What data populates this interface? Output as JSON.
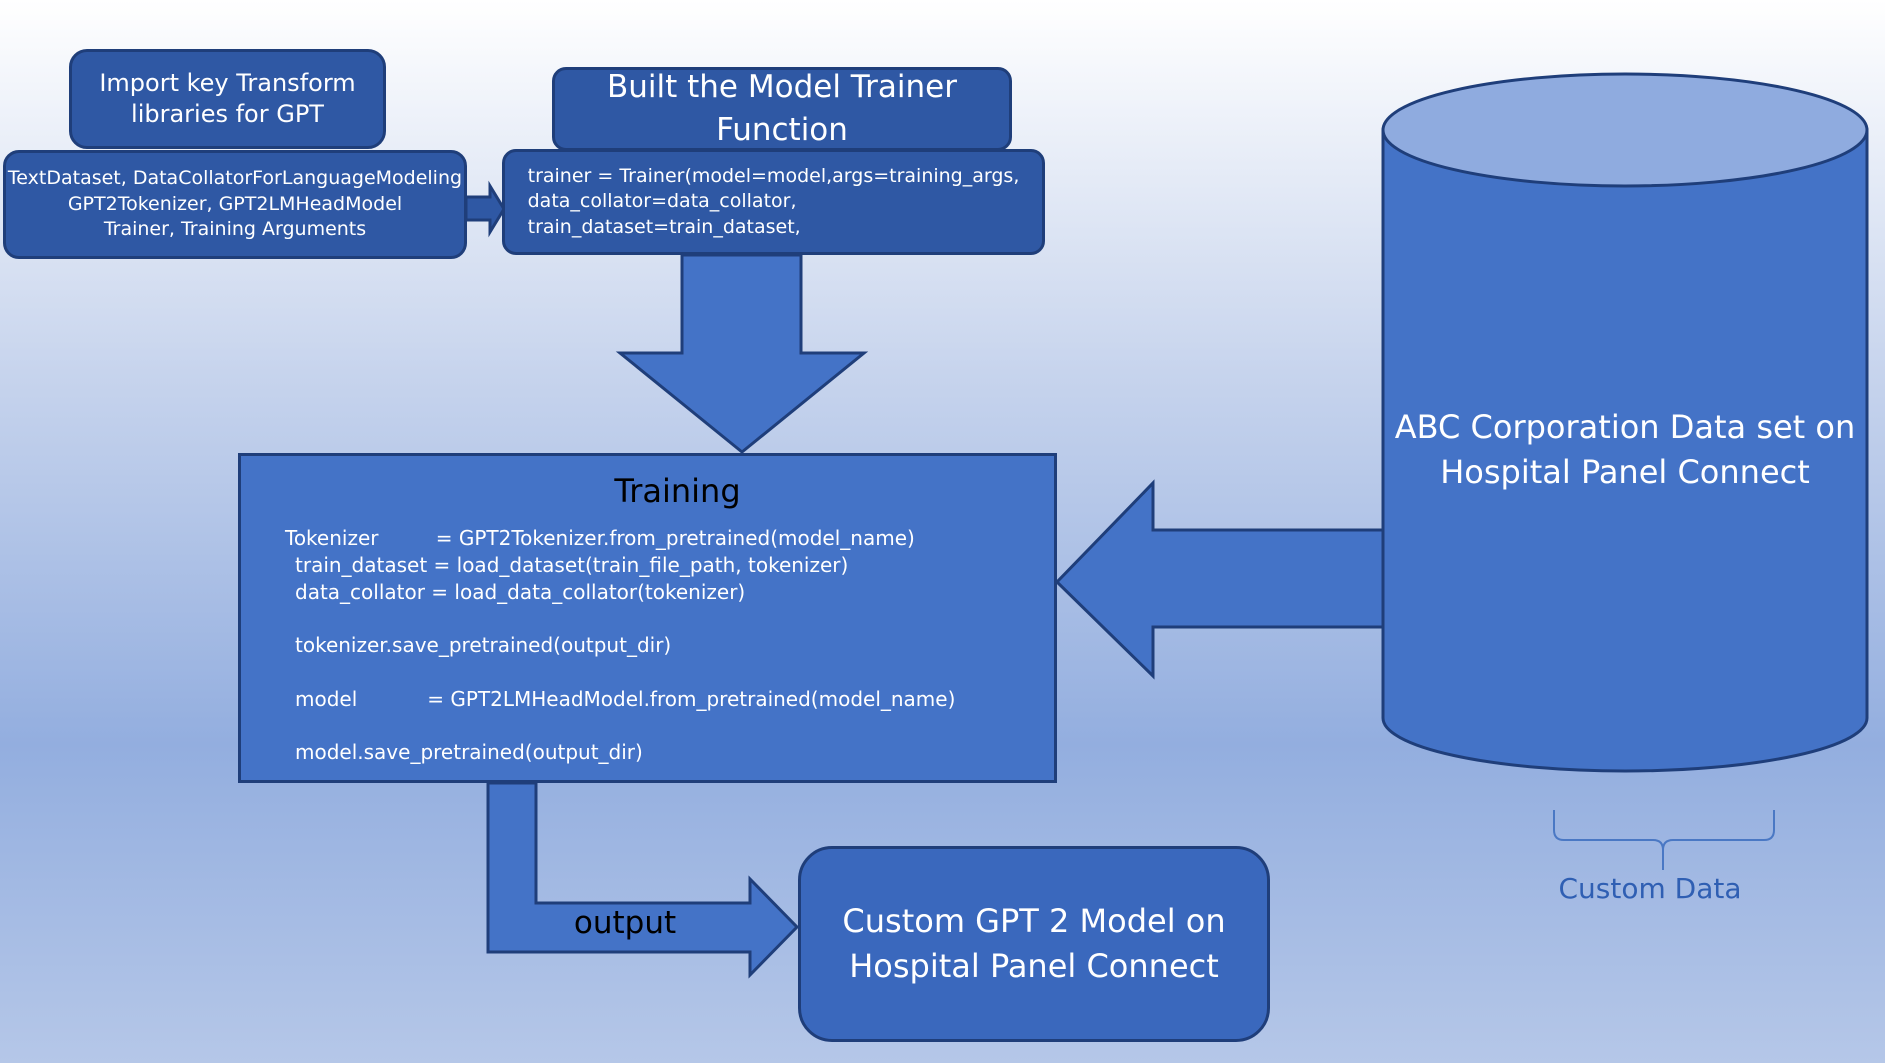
{
  "import_box": {
    "title": "Import key Transform\nlibraries for GPT",
    "items": "TextDataset, DataCollatorForLanguageModeling\nGPT2Tokenizer, GPT2LMHeadModel\nTrainer, Training Arguments"
  },
  "trainer_box": {
    "title": "Built the Model Trainer\nFunction",
    "code": "trainer = Trainer(model=model,args=training_args,\n      data_collator=data_collator,\n         train_dataset=train_dataset,"
  },
  "training_box": {
    "title": "Training",
    "lines": [
      "Tokenizer         = GPT2Tokenizer.from_pretrained(model_name)",
      "train_dataset = load_dataset(train_file_path, tokenizer)",
      "data_collator = load_data_collator(tokenizer)",
      "tokenizer.save_pretrained(output_dir)",
      "model           = GPT2LMHeadModel.from_pretrained(model_name)",
      "model.save_pretrained(output_dir)"
    ]
  },
  "database": {
    "label": "ABC Corporation Data set on\nHospital Panel Connect"
  },
  "custom_data_label": "Custom Data",
  "output_box": {
    "label": "Custom GPT 2 Model on\nHospital Panel Connect"
  },
  "output_arrow_label": "output",
  "colors": {
    "dark_box": "#2f58a4",
    "mid_box": "#3a68bd",
    "training_fill": "#4473c7",
    "arrow_fill": "#4473c7",
    "outline": "#1f3e7a",
    "brace": "#2f5fb3"
  }
}
